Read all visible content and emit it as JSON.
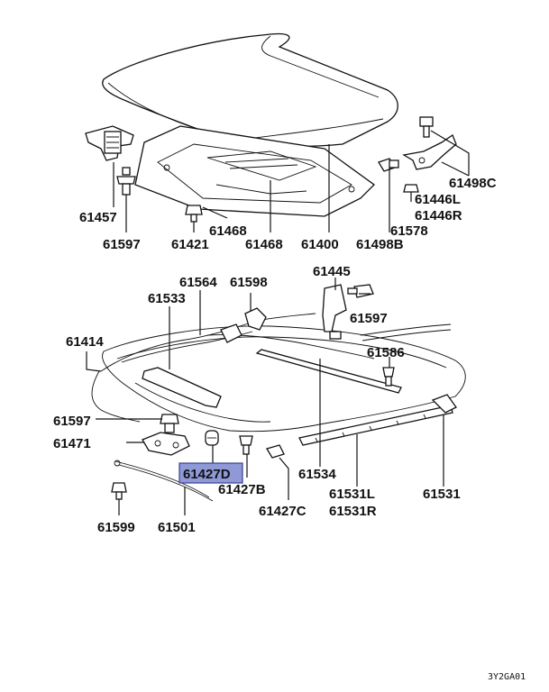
{
  "diagram_code": "3Y2GA01",
  "highlight_color": "#8f99d8",
  "parts": {
    "p61457": "61457",
    "p61597a": "61597",
    "p61421": "61421",
    "p61468a": "61468",
    "p61468b": "61468",
    "p61400": "61400",
    "p61498B": "61498B",
    "p61578": "61578",
    "p61446L": "61446L",
    "p61446R": "61446R",
    "p61498C": "61498C",
    "p61564": "61564",
    "p61598": "61598",
    "p61533": "61533",
    "p61445": "61445",
    "p61597b": "61597",
    "p61414": "61414",
    "p61586": "61586",
    "p61597c": "61597",
    "p61471": "61471",
    "p61427D": "61427D",
    "p61427B": "61427B",
    "p61534": "61534",
    "p61531L": "61531L",
    "p61531R": "61531R",
    "p61531": "61531",
    "p61427C": "61427C",
    "p61599": "61599",
    "p61501": "61501"
  }
}
